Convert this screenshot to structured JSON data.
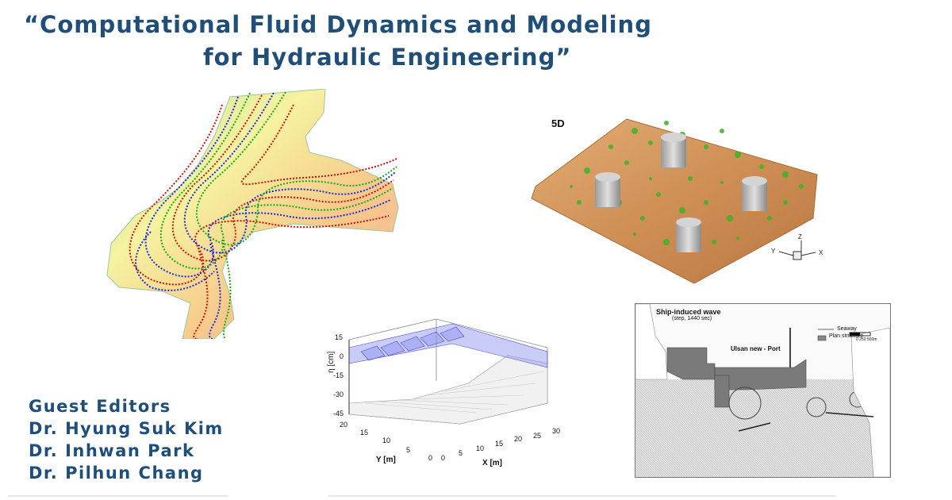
{
  "title": {
    "line1": "“Computational Fluid Dynamics and Modeling",
    "line2": "for Hydraulic Engineering”"
  },
  "editors": {
    "heading": "Guest Editors",
    "names": [
      "Dr. Hyung Suk Kim",
      "Dr. Inhwan Park",
      "Dr. Pilhun Chang"
    ]
  },
  "scour": {
    "label": "5D",
    "axis_z": "Z",
    "axis_y": "Y",
    "axis_x": "X"
  },
  "wave_plot": {
    "z_label": "η [cm]",
    "z_ticks": [
      "15",
      "0",
      "-15",
      "-30",
      "-45"
    ],
    "y_label": "Y [m]",
    "y_ticks": [
      "20",
      "15",
      "10",
      "5",
      "0"
    ],
    "x_label": "X [m]",
    "x_ticks": [
      "0",
      "5",
      "10",
      "15",
      "20",
      "25",
      "30"
    ]
  },
  "port_map": {
    "title": "Ship-induced wave",
    "subtitle": "(step, 1440 sec)",
    "legend": [
      "Seaway",
      "Plan structure"
    ],
    "place": "Ulsan new - Port",
    "scale": "0  250  500m"
  },
  "colors": {
    "heading": "#1f4e79",
    "sand": "#d4955a",
    "vortex": "#3cb527"
  }
}
